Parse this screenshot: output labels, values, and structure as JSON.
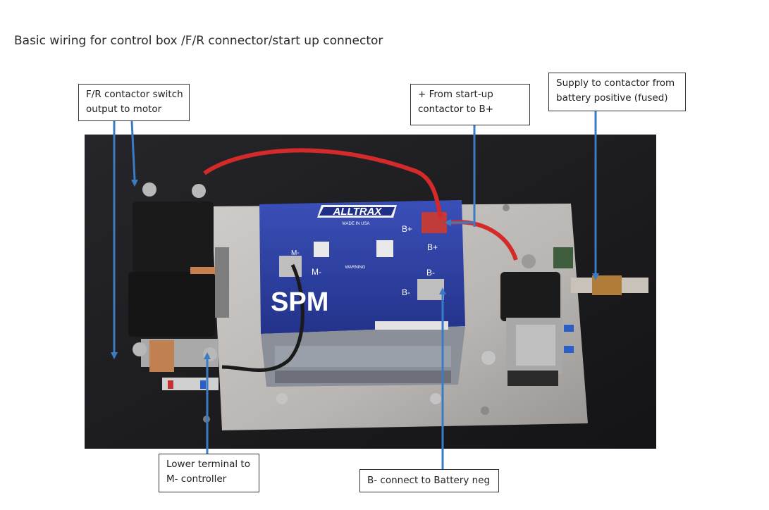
{
  "title": "Basic wiring for control box /F/R connector/start up connector",
  "callouts": {
    "fr_switch": [
      "F/R contactor switch",
      "output to motor"
    ],
    "startup": [
      "+ From start-up",
      "contactor to B+"
    ],
    "supply": [
      "Supply to contactor from",
      "battery positive (fused)"
    ],
    "lower_terminal": [
      "Lower terminal to",
      "M- controller"
    ],
    "b_minus": [
      "B- connect to Battery neg"
    ]
  },
  "controller": {
    "brand": "ALLTRAX",
    "made_in": "MADE IN USA",
    "logo": "SPM",
    "warning": "WARNING",
    "terminals": {
      "b_plus_top": "B+",
      "b_plus": "B+",
      "b_minus_top": "B-",
      "b_minus": "B-",
      "m_minus_top": "M-",
      "m_minus": "M-"
    }
  },
  "colors": {
    "arrow": "#3a7cc4",
    "controller_blue": "#2b3f9e",
    "wire_red": "#d42a2a",
    "background_dark": "#1c1c20"
  }
}
